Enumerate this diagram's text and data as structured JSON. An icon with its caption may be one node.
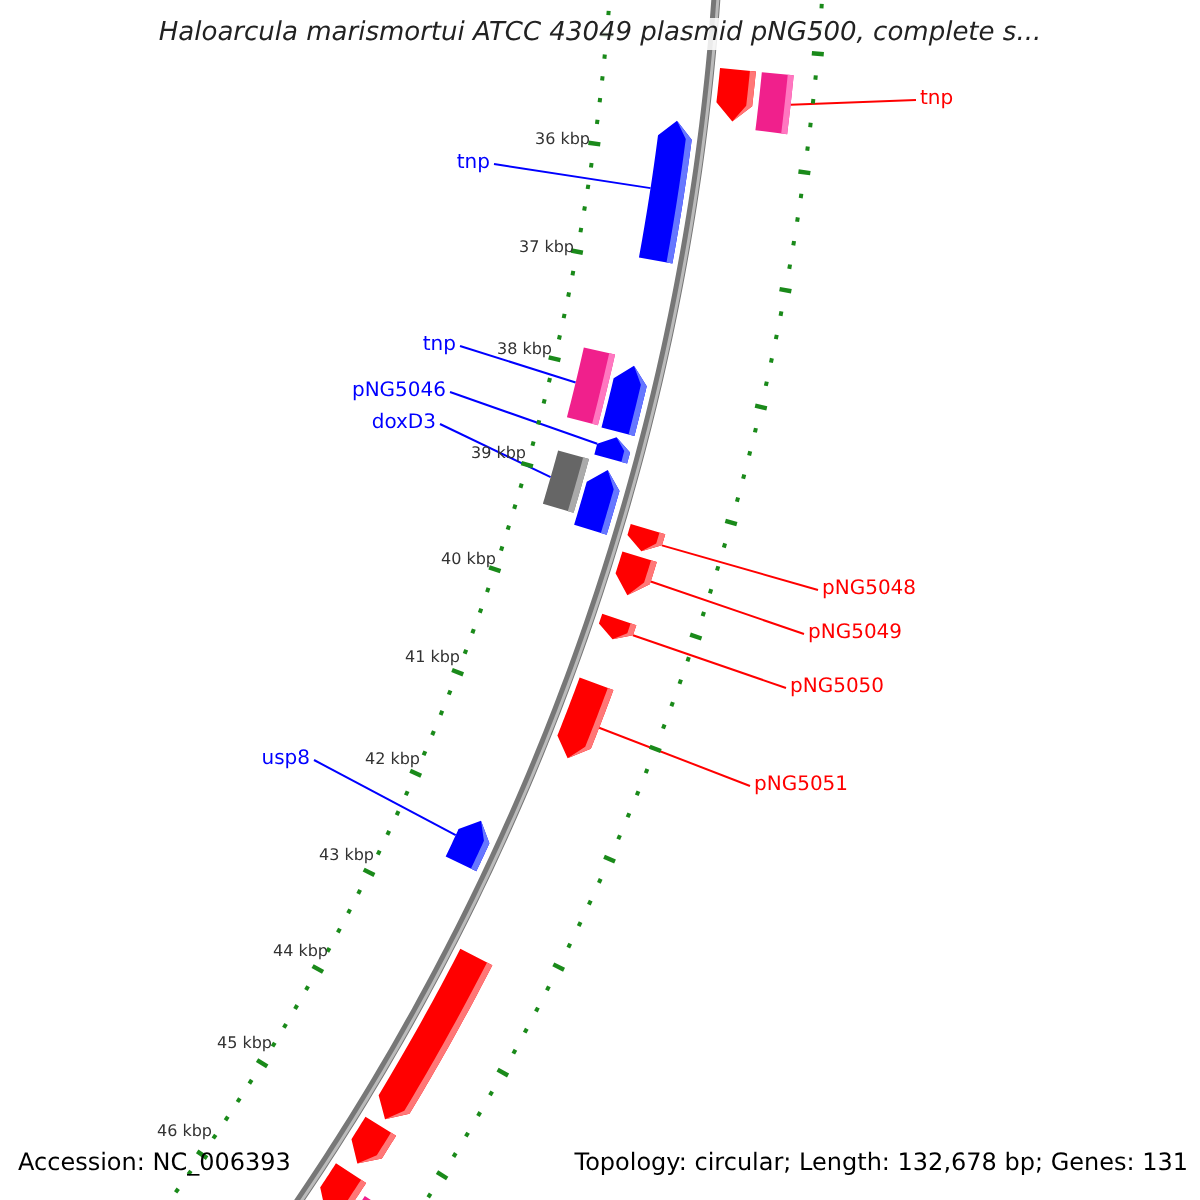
{
  "diagram": {
    "title": "Haloarcula marismortui ATCC 43049 plasmid pNG500, complete s...",
    "nodes": [
      {
        "text": [
          "tnp"
        ]
      },
      {
        "text": [],
        "shape": "bar"
      },
      {
        "text": [],
        "shape": "bar"
      },
      {
        "text": [
          "tnp"
        ]
      },
      {
        "text": [],
        "shape": "bar"
      },
      {
        "text": [
          "tnp"
        ]
      },
      {
        "text": [],
        "shape": "bar"
      },
      {
        "text": [],
        "shape": "bar"
      },
      {
        "text": [
          "pNG5046"
        ]
      },
      {
        "text": [],
        "shape": "bar"
      },
      {
        "text": [
          "doxD3"
        ]
      },
      {
        "text": [],
        "shape": "bar"
      },
      {
        "text": [],
        "shape": "bar"
      },
      {
        "text": [
          "pNG5048"
        ]
      },
      {
        "text": [],
        "shape": "bar"
      },
      {
        "text": [
          "pNG5049"
        ]
      },
      {
        "text": [],
        "shape": "bar"
      },
      {
        "text": [
          "pNG5050"
        ]
      },
      {
        "text": [],
        "shape": "bar"
      },
      {
        "text": [
          "pNG5051"
        ]
      },
      {
        "text": [],
        "shape": "bar"
      },
      {
        "text": [
          "usp8"
        ]
      },
      {
        "text": [],
        "shape": "bar"
      },
      {
        "text": [],
        "shape": "bar"
      },
      {
        "text": [],
        "shape": "bar"
      },
      {
        "text": [],
        "shape": "bar"
      },
      {
        "text": [],
        "shape": "bar"
      }
    ],
    "edges": [
      {
        "from": 0,
        "to": 2,
        "arrow": "none",
        "color": "#ff0000"
      },
      {
        "from": 3,
        "to": 4,
        "arrow": "none",
        "color": "#0000ff"
      },
      {
        "from": 5,
        "to": 6,
        "arrow": "none",
        "color": "#0000ff"
      },
      {
        "from": 8,
        "to": 9,
        "arrow": "none",
        "color": "#0000ff"
      },
      {
        "from": 10,
        "to": 11,
        "arrow": "none",
        "color": "#0000ff"
      },
      {
        "from": 13,
        "to": 14,
        "arrow": "none",
        "color": "#ff0000"
      },
      {
        "from": 15,
        "to": 16,
        "arrow": "none",
        "color": "#ff0000"
      },
      {
        "from": 17,
        "to": 18,
        "arrow": "none",
        "color": "#ff0000"
      },
      {
        "from": 19,
        "to": 20,
        "arrow": "none",
        "color": "#ff0000"
      },
      {
        "from": 21,
        "to": 22,
        "arrow": "none",
        "color": "#0000ff"
      }
    ],
    "labels": [
      "36 kbp",
      "37 kbp",
      "38 kbp",
      "39 kbp",
      "40 kbp",
      "41 kbp",
      "42 kbp",
      "43 kbp",
      "44 kbp",
      "45 kbp",
      "46 kbp",
      "Accession: NC_006393",
      "Topology: circular; Length: 132,678 bp; Genes: 131"
    ]
  }
}
